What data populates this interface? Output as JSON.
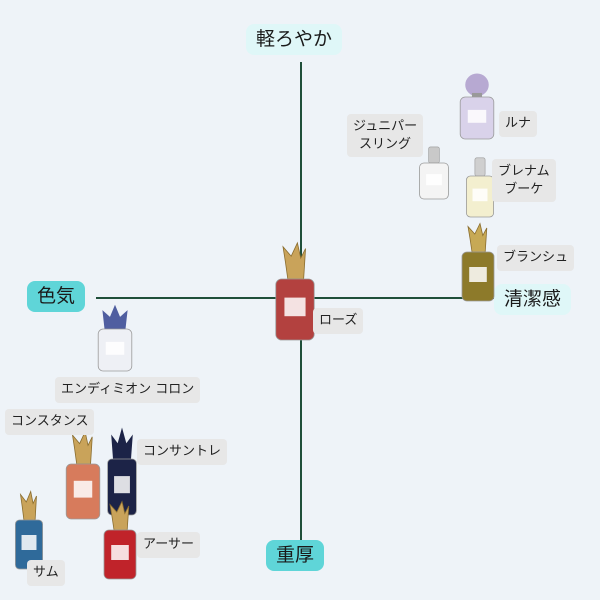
{
  "axes": {
    "top": "軽ろやか",
    "bottom": "重厚",
    "left": "色気",
    "right": "清潔感"
  },
  "products": [
    {
      "id": "luna",
      "label": "ルナ",
      "bottle": "purple-lid-bottle-icon",
      "colors": {
        "liquid": "#d9d2ea",
        "cap": "#b7a9d2"
      }
    },
    {
      "id": "juniper",
      "label": "ジュニパー\nスリング",
      "bottle": "silver-cap-bottle-icon",
      "colors": {
        "liquid": "#f4f4f4",
        "cap": "#c9c9c9"
      }
    },
    {
      "id": "blenheim",
      "label": "ブレナム\nブーケ",
      "bottle": "silver-cap-bottle-icon",
      "colors": {
        "liquid": "#f3efcf",
        "cap": "#cfcfcf"
      }
    },
    {
      "id": "blanche",
      "label": "ブランシュ",
      "bottle": "gold-animal-bottle-icon",
      "colors": {
        "liquid": "#8d7a2a",
        "cap": "#c7a955"
      }
    },
    {
      "id": "rose",
      "label": "ローズ",
      "bottle": "gold-animal-bottle-icon",
      "colors": {
        "liquid": "#b3413f",
        "cap": "#c9a35a"
      }
    },
    {
      "id": "endymion",
      "label": "エンディミオン コロン",
      "bottle": "navy-crown-bottle-icon",
      "colors": {
        "liquid": "#eef0f5",
        "cap": "#4f5ea0"
      }
    },
    {
      "id": "constance",
      "label": "コンスタンス",
      "bottle": "gold-animal-bottle-icon",
      "colors": {
        "liquid": "#d77b5c",
        "cap": "#c9a35a"
      }
    },
    {
      "id": "constantly",
      "label": "コンサントレ",
      "bottle": "navy-crown-bottle-icon",
      "colors": {
        "liquid": "#1c2347",
        "cap": "#1c2347"
      }
    },
    {
      "id": "sam",
      "label": "サム",
      "bottle": "gold-animal-bottle-icon",
      "colors": {
        "liquid": "#2f6a9a",
        "cap": "#c9a35a"
      }
    },
    {
      "id": "arthur",
      "label": "アーサー",
      "bottle": "gold-animal-bottle-icon",
      "colors": {
        "liquid": "#c0232a",
        "cap": "#c9a35a"
      }
    }
  ]
}
